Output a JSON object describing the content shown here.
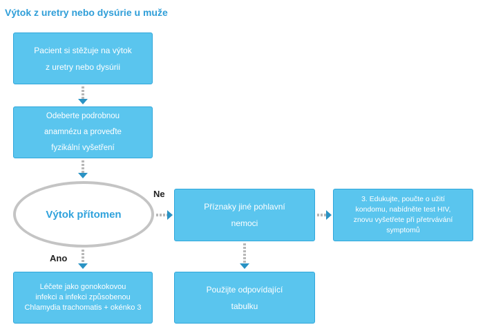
{
  "title": "Výtok z uretry nebo dysúrie u muže",
  "colors": {
    "box_fill": "#5ac5ee",
    "box_border": "#2fa6da",
    "title_text": "#2f9ed8",
    "oval_border": "#c4c4c4",
    "arrow": "#2a93c4",
    "connector": "#b8b8b8"
  },
  "nodes": {
    "complaint": {
      "lines": [
        "Pacient si stěžuje na výtok",
        "z uretry nebo dysúrii"
      ]
    },
    "history": {
      "lines": [
        "Odeberte podrobnou",
        "anamnézu a proveďte",
        "fyzikální vyšetření"
      ]
    },
    "discharge": {
      "text": "Výtok přítomen"
    },
    "other_symptoms": {
      "lines": [
        "Příznaky jiné pohlavní",
        "nemoci"
      ]
    },
    "educate": {
      "lines": [
        "3. Edukujte, poučte o užití",
        "kondomu, nabídněte test HIV,",
        "znovu vyšetřete při přetrvávání",
        "symptomů"
      ]
    },
    "treat": {
      "lines": [
        "Léčete jako gonokokovou",
        "infekci a infekci způsobenou",
        "Chlamydia trachomatis + okénko 3"
      ]
    },
    "appropriate_table": {
      "lines": [
        "Použijte odpovídající",
        "tabulku"
      ]
    }
  },
  "edge_labels": {
    "no": "Ne",
    "yes": "Ano"
  }
}
